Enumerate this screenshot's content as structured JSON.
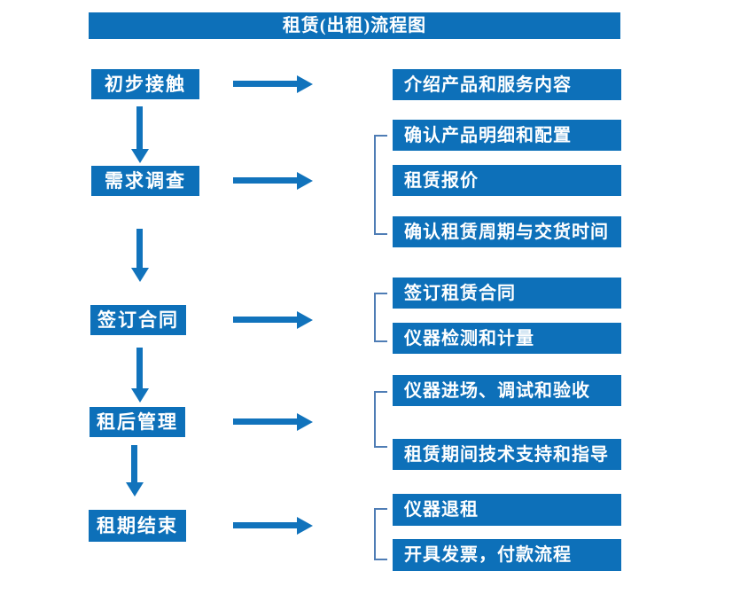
{
  "title": "租赁(出租)流程图",
  "colors": {
    "box_blue": "#0d70b9",
    "arrow_blue": "#1173bc",
    "bracket_blue": "#4f7db5",
    "text_white": "#ffffff"
  },
  "flow": {
    "steps": [
      {
        "label": "初步接触",
        "details": [
          "介绍产品和服务内容"
        ]
      },
      {
        "label": "需求调查",
        "details": [
          "确认产品明细和配置",
          "租赁报价",
          "确认租赁周期与交货时间"
        ]
      },
      {
        "label": "签订合同",
        "details": [
          "签订租赁合同",
          "仪器检测和计量"
        ]
      },
      {
        "label": "租后管理",
        "details": [
          "仪器进场、调试和验收",
          "租赁期间技术支持和指导"
        ]
      },
      {
        "label": "租期结束",
        "details": [
          "仪器退租",
          "开具发票，付款流程"
        ]
      }
    ]
  }
}
